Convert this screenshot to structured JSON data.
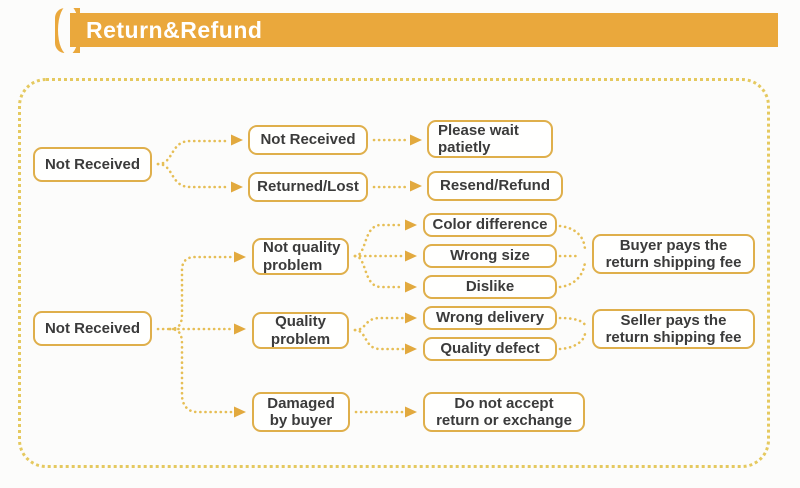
{
  "header": {
    "title": "Return&Refund",
    "banner_color": "#eaa83c",
    "title_color": "#ffffff"
  },
  "flowchart": {
    "outer_border_color": "#e5c95f",
    "box_border_color": "#dfaf4b",
    "connector_color": "#e6be55",
    "arrow_color": "#e2a93e",
    "text_color": "#3b3b3b",
    "nodes": [
      {
        "id": "root-1",
        "label": "Not Received"
      },
      {
        "id": "not-received-2",
        "label": "Not Received"
      },
      {
        "id": "returned-lost",
        "label": "Returned/Lost"
      },
      {
        "id": "please-wait",
        "label": "Please wait\npatietly"
      },
      {
        "id": "resend-refund",
        "label": "Resend/Refund"
      },
      {
        "id": "root-2",
        "label": "Not Received"
      },
      {
        "id": "not-quality-problem",
        "label": "Not quality\nproblem"
      },
      {
        "id": "quality-problem",
        "label": "Quality\nproblem"
      },
      {
        "id": "damaged-by-buyer",
        "label": "Damaged\nby buyer"
      },
      {
        "id": "color-difference",
        "label": "Color difference"
      },
      {
        "id": "wrong-size",
        "label": "Wrong size"
      },
      {
        "id": "dislike",
        "label": "Dislike"
      },
      {
        "id": "wrong-delivery",
        "label": "Wrong delivery"
      },
      {
        "id": "quality-defect",
        "label": "Quality defect"
      },
      {
        "id": "buyer-pays",
        "label": "Buyer pays the\nreturn shipping fee"
      },
      {
        "id": "seller-pays",
        "label": "Seller pays the\nreturn shipping fee"
      },
      {
        "id": "do-not-accept",
        "label": "Do not accept\nreturn or exchange"
      }
    ],
    "edges": [
      {
        "from": "root-1",
        "to": "not-received-2"
      },
      {
        "from": "root-1",
        "to": "returned-lost"
      },
      {
        "from": "not-received-2",
        "to": "please-wait"
      },
      {
        "from": "returned-lost",
        "to": "resend-refund"
      },
      {
        "from": "root-2",
        "to": "not-quality-problem"
      },
      {
        "from": "root-2",
        "to": "quality-problem"
      },
      {
        "from": "root-2",
        "to": "damaged-by-buyer"
      },
      {
        "from": "not-quality-problem",
        "to": "color-difference"
      },
      {
        "from": "not-quality-problem",
        "to": "wrong-size"
      },
      {
        "from": "not-quality-problem",
        "to": "dislike"
      },
      {
        "from": "quality-problem",
        "to": "wrong-delivery"
      },
      {
        "from": "quality-problem",
        "to": "quality-defect"
      },
      {
        "from": "color-difference",
        "to": "buyer-pays"
      },
      {
        "from": "wrong-size",
        "to": "buyer-pays"
      },
      {
        "from": "dislike",
        "to": "buyer-pays"
      },
      {
        "from": "wrong-delivery",
        "to": "seller-pays"
      },
      {
        "from": "quality-defect",
        "to": "seller-pays"
      },
      {
        "from": "damaged-by-buyer",
        "to": "do-not-accept"
      }
    ]
  }
}
